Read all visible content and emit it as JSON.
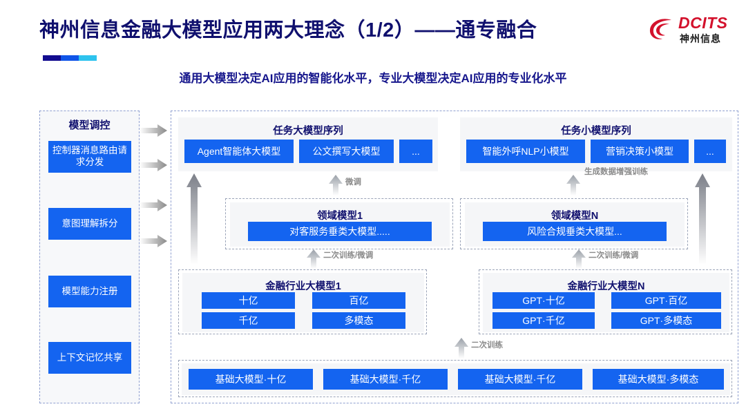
{
  "header": {
    "title": "神州信息金融大模型应用两大理念（1/2）——通专融合",
    "subtitle": "通用大模型决定AI应用的智能化水平，专业大模型决定AI应用的专业化水平",
    "accent_colors": [
      "#120c8f",
      "#1055e8",
      "#2ec3ee"
    ],
    "title_color": "#10106e"
  },
  "logo": {
    "brand": "DCITS",
    "brand_cn": "神州信息",
    "mark_color": "#d3112c"
  },
  "left_panel": {
    "title": "模型调控",
    "items": [
      {
        "label": "控制器消息路由请求分发"
      },
      {
        "label": "意图理解拆分"
      },
      {
        "label": "模型能力注册"
      },
      {
        "label": "上下文记忆共享"
      }
    ]
  },
  "diagram": {
    "accent_blue": "#1464f0",
    "task_large": {
      "title": "任务大模型序列",
      "boxes": [
        "Agent智能体大模型",
        "公文撰写大模型",
        "..."
      ]
    },
    "task_small": {
      "title": "任务小模型序列",
      "boxes": [
        "智能外呼NLP小模型",
        "营销决策小模型",
        "..."
      ]
    },
    "domain_1": {
      "title": "领域模型1",
      "boxes": [
        "对客服务垂类大模型....."
      ]
    },
    "domain_n": {
      "title": "领域模型N",
      "boxes": [
        "风险合规垂类大模型..."
      ]
    },
    "industry_1": {
      "title": "金融行业大模型1",
      "boxes": [
        "十亿",
        "百亿",
        "千亿",
        "多模态"
      ]
    },
    "industry_n": {
      "title": "金融行业大模型N",
      "boxes": [
        "GPT·十亿",
        "GPT·百亿",
        "GPT·千亿",
        "GPT·多模态"
      ]
    },
    "base": {
      "boxes": [
        "基础大模型·十亿",
        "基础大模型·千亿",
        "基础大模型·千亿",
        "基础大模型·多模态"
      ]
    },
    "arrow_labels": {
      "fine_tune": "微调",
      "data_aug": "生成数据增强训练",
      "retrain_finetune_left": "二次训练/微调",
      "retrain_finetune_right": "二次训练/微调",
      "retrain": "二次训练"
    }
  }
}
